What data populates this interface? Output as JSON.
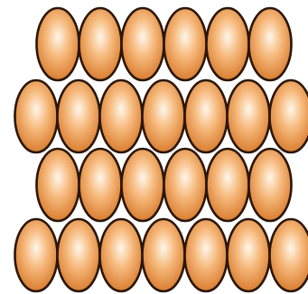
{
  "diagram": {
    "kind": "close-packed layer of spheres",
    "rows": [
      {
        "count": 6,
        "offset": "shifted"
      },
      {
        "count": 7,
        "offset": "aligned"
      },
      {
        "count": 6,
        "offset": "shifted"
      },
      {
        "count": 7,
        "offset": "aligned"
      }
    ],
    "sphere_fill_center": "#fff6ea",
    "sphere_fill_mid": "#f6b97c",
    "sphere_fill_edge": "#d87a2c",
    "sphere_outline": "#2a1608",
    "background": "#ffffff"
  }
}
